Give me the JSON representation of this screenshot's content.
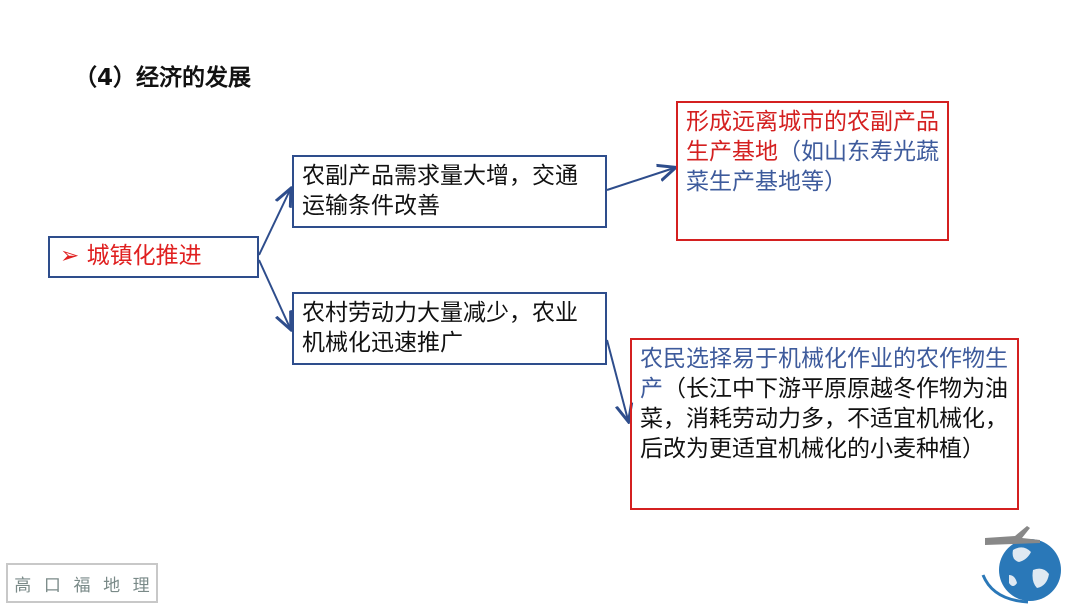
{
  "title": "（4）经济的发展",
  "root": {
    "bullet": "➢",
    "label": "城镇化推进"
  },
  "branch_top": "农副产品需求量大增，交通运输条件改善",
  "branch_bottom": "农村劳动力大量减少，农业机械化迅速推广",
  "result_top": {
    "main": "形成远离城市的农副产品生产基地",
    "example": "（如山东寿光蔬菜生产基地等）"
  },
  "result_bottom": {
    "main": "农民选择易于机械化作业的农作物生产",
    "example": "（长江中下游平原原越冬作物为油菜，消耗劳动力多，不适宜机械化，后改为更适宜机械化的小麦种植）"
  },
  "footer_logo": [
    "高",
    "口",
    "福",
    "地",
    "理"
  ],
  "colors": {
    "arrow": "#2e4d8c",
    "red": "#d42020",
    "blue": "#3e5b9c"
  }
}
